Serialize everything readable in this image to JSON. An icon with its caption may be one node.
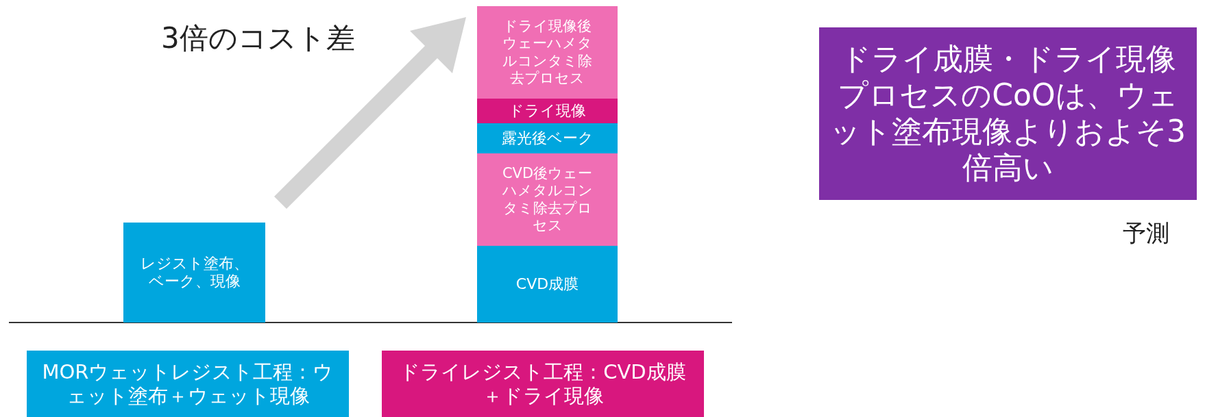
{
  "diagram": {
    "nodes": [
      {
        "text": [
          "レジスト塗布、ベーク、現像"
        ]
      },
      {
        "text": [
          "ドライ現像後ウェーハメタルコンタミ除去プロセス"
        ]
      },
      {
        "text": [
          "ドライ現像"
        ]
      },
      {
        "text": [
          "露光後ベーク"
        ]
      },
      {
        "text": [
          "CVD後ウェーハメタルコンタミ除去プロセス"
        ]
      },
      {
        "text": [
          "CVD成膜"
        ]
      },
      {
        "text": [
          "ドライ成膜・ドライ現像プロセスのCoOは、ウェット塗布現像よりおよそ3倍高い"
        ]
      },
      {
        "text": [
          "MORウェットレジスト工程：ウェット塗布＋ウェット現像"
        ]
      },
      {
        "text": [
          "ドライレジスト工程：CVD成膜＋ドライ現像"
        ]
      }
    ],
    "labels": [
      "3倍のコスト差",
      "予測"
    ]
  }
}
